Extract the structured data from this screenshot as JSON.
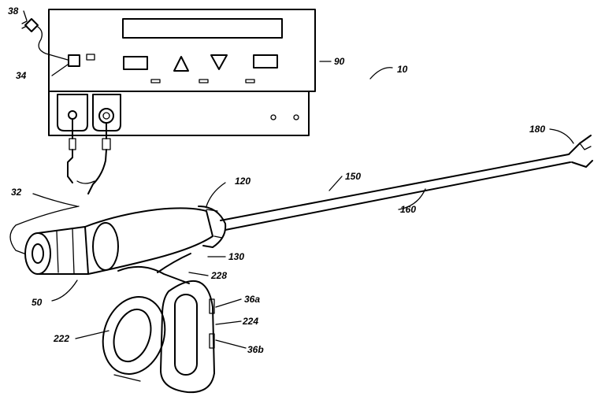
{
  "figure": {
    "reference_numerals": {
      "device": "10",
      "cord": "32",
      "socket": "34",
      "plug": "38",
      "handpiece": "50",
      "generator": "90",
      "rotation_knob": "120",
      "trigger": "130",
      "shaft_outer": "150",
      "shaft_inner": "160",
      "end_effector": "180",
      "finger_loop": "222",
      "housing_lever": "228",
      "switch_assembly": "224",
      "button_top": "36a",
      "button_bottom": "36b"
    }
  }
}
